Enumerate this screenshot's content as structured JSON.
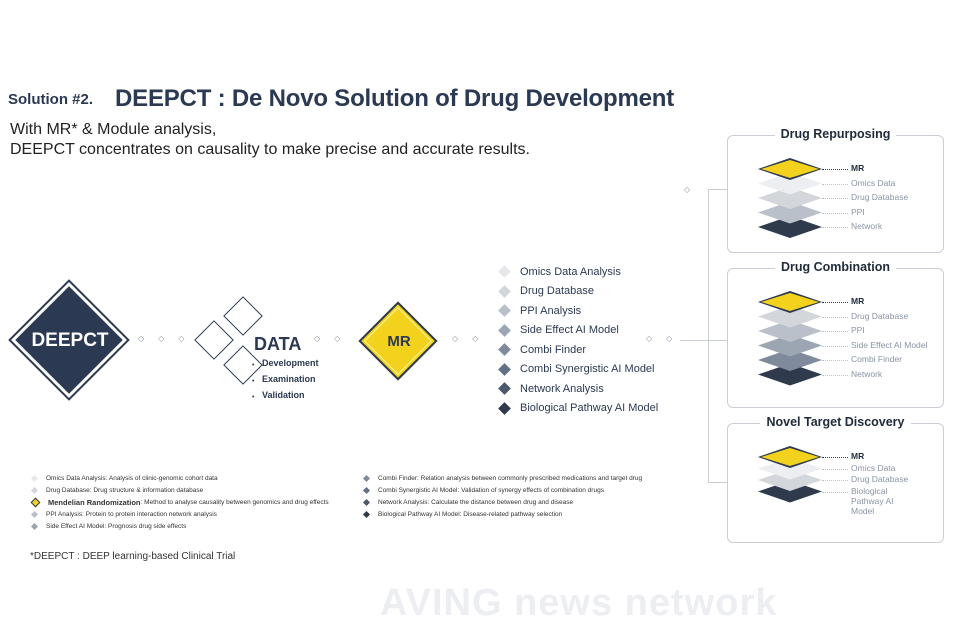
{
  "header": {
    "prefix": "Solution #2.",
    "title": "DEEPCT : De Novo Solution of Drug Development",
    "subtitle_line1": "With MR* & Module analysis,",
    "subtitle_line2": "DEEPCT concentrates on causality to make precise and accurate results."
  },
  "flow": {
    "deepct_label": "DEEPCT",
    "data_label": "DATA",
    "data_items": [
      "Development",
      "Examination",
      "Validation"
    ],
    "mr_label": "MR"
  },
  "modules": [
    {
      "label": "Omics Data Analysis",
      "color": "#e6e8eb"
    },
    {
      "label": "Drug Database",
      "color": "#d3d7dc"
    },
    {
      "label": "PPI Analysis",
      "color": "#b9c0c9"
    },
    {
      "label": "Side Effect AI Model",
      "color": "#9ca6b3"
    },
    {
      "label": "Combi Finder",
      "color": "#7f8b9c"
    },
    {
      "label": "Combi Synergistic AI Model",
      "color": "#637186"
    },
    {
      "label": "Network Analysis",
      "color": "#4b586d"
    },
    {
      "label": "Biological Pathway AI Model",
      "color": "#2f3a4d"
    }
  ],
  "legend_left": [
    {
      "name": "Omics Data Analysis",
      "desc": " : Analysis of clinic-genomic cohort data",
      "color": "#e6e8eb"
    },
    {
      "name": "Drug Database",
      "desc": " : Drug structure & information database",
      "color": "#d3d7dc"
    },
    {
      "name": "Mendelian Randomization",
      "desc": " : Method to analyse causality between genomics and drug effects",
      "color": "#f2d21c"
    },
    {
      "name": "PPI Analysis",
      "desc": " : Protein to protein interaction network analysis",
      "color": "#b9c0c9"
    },
    {
      "name": "Side Effect AI Model",
      "desc": " : Prognosis drug side effects",
      "color": "#9ca6b3"
    }
  ],
  "legend_right": [
    {
      "name": "Combi Finder",
      "desc": " : Relation analysis between commonly prescribed medications and target drug",
      "color": "#7f8b9c"
    },
    {
      "name": "Combi Synergistic AI Model",
      "desc": " : Validation of synergy effects of combination drugs",
      "color": "#637186"
    },
    {
      "name": "Network Analysis",
      "desc": " : Calculate the distance between drug and disease",
      "color": "#4b586d"
    },
    {
      "name": "Biological Pathway AI Model",
      "desc": " : Disease-related pathway selection",
      "color": "#2f3a4d"
    }
  ],
  "panels": [
    {
      "title": "Drug Repurposing",
      "layers": [
        "MR",
        "Omics Data",
        "Drug Database",
        "PPI",
        "Network"
      ]
    },
    {
      "title": "Drug Combination",
      "layers": [
        "MR",
        "Drug Database",
        "PPI",
        "Side Effect AI Model",
        "Combi Finder",
        "Network"
      ]
    },
    {
      "title": "Novel Target Discovery",
      "layers": [
        "MR",
        "Omics Data",
        "Drug Database",
        "Biological Pathway AI Model"
      ]
    }
  ],
  "footnote": "*DEEPCT : DEEP learning-based Clinical Trial",
  "watermark": "AVING news network",
  "colors": {
    "navy": "#2b3a52",
    "yellow": "#f2d21c",
    "border": "#c9ced6"
  }
}
